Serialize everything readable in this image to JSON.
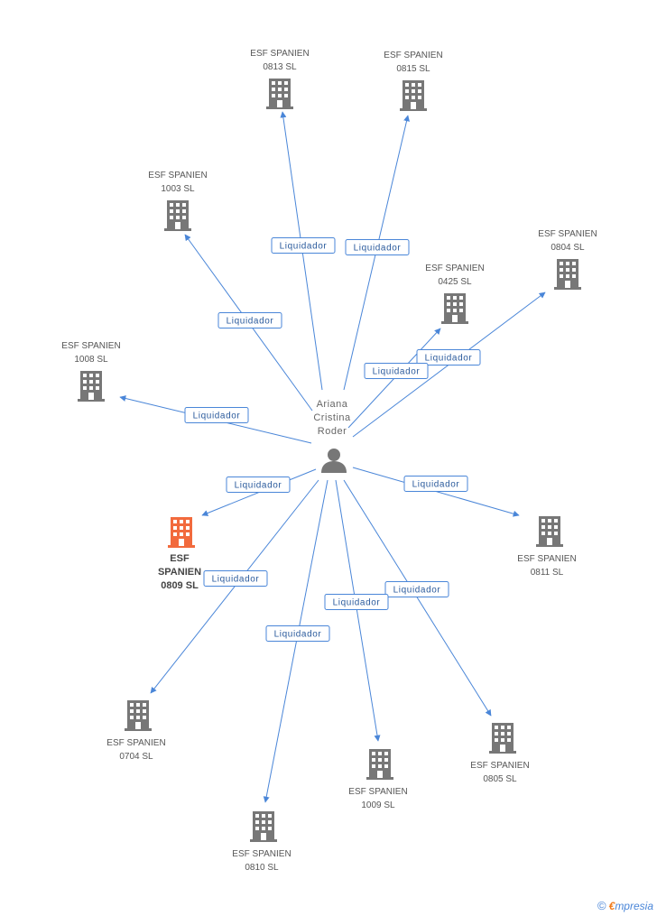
{
  "colors": {
    "edge": "#4a86d8",
    "building": "#777777",
    "highlight": "#f26a3d",
    "person": "#777777"
  },
  "center": {
    "name_lines": [
      "Ariana",
      "Cristina",
      "Roder"
    ],
    "icon": "person-icon"
  },
  "nodes": [
    {
      "id": "n0813",
      "lines": [
        "ESF SPANIEN",
        "0813 SL"
      ],
      "highlight": false,
      "edge_label": "Liquidador"
    },
    {
      "id": "n0815",
      "lines": [
        "ESF SPANIEN",
        "0815 SL"
      ],
      "highlight": false,
      "edge_label": "Liquidador"
    },
    {
      "id": "n1003",
      "lines": [
        "ESF SPANIEN",
        "1003 SL"
      ],
      "highlight": false,
      "edge_label": "Liquidador"
    },
    {
      "id": "n0804",
      "lines": [
        "ESF SPANIEN",
        "0804 SL"
      ],
      "highlight": false,
      "edge_label": "Liquidador"
    },
    {
      "id": "n0425",
      "lines": [
        "ESF SPANIEN",
        "0425 SL"
      ],
      "highlight": false,
      "edge_label": "Liquidador"
    },
    {
      "id": "n1008",
      "lines": [
        "ESF SPANIEN",
        "1008 SL"
      ],
      "highlight": false,
      "edge_label": "Liquidador"
    },
    {
      "id": "n0809",
      "lines": [
        "ESF",
        "SPANIEN",
        "0809 SL"
      ],
      "highlight": true,
      "edge_label": "Liquidador"
    },
    {
      "id": "n0811",
      "lines": [
        "ESF SPANIEN",
        "0811 SL"
      ],
      "highlight": false,
      "edge_label": "Liquidador"
    },
    {
      "id": "n0704",
      "lines": [
        "ESF SPANIEN",
        "0704 SL"
      ],
      "highlight": false,
      "edge_label": "Liquidador"
    },
    {
      "id": "n0805",
      "lines": [
        "ESF SPANIEN",
        "0805 SL"
      ],
      "highlight": false,
      "edge_label": "Liquidador"
    },
    {
      "id": "n1009",
      "lines": [
        "ESF SPANIEN",
        "1009 SL"
      ],
      "highlight": false,
      "edge_label": "Liquidador"
    },
    {
      "id": "n0810",
      "lines": [
        "ESF SPANIEN",
        "0810 SL"
      ],
      "highlight": false,
      "edge_label": "Liquidador"
    }
  ],
  "footer": {
    "copyright_symbol": "©",
    "brand_first": "€",
    "brand_rest": "mpresia"
  }
}
